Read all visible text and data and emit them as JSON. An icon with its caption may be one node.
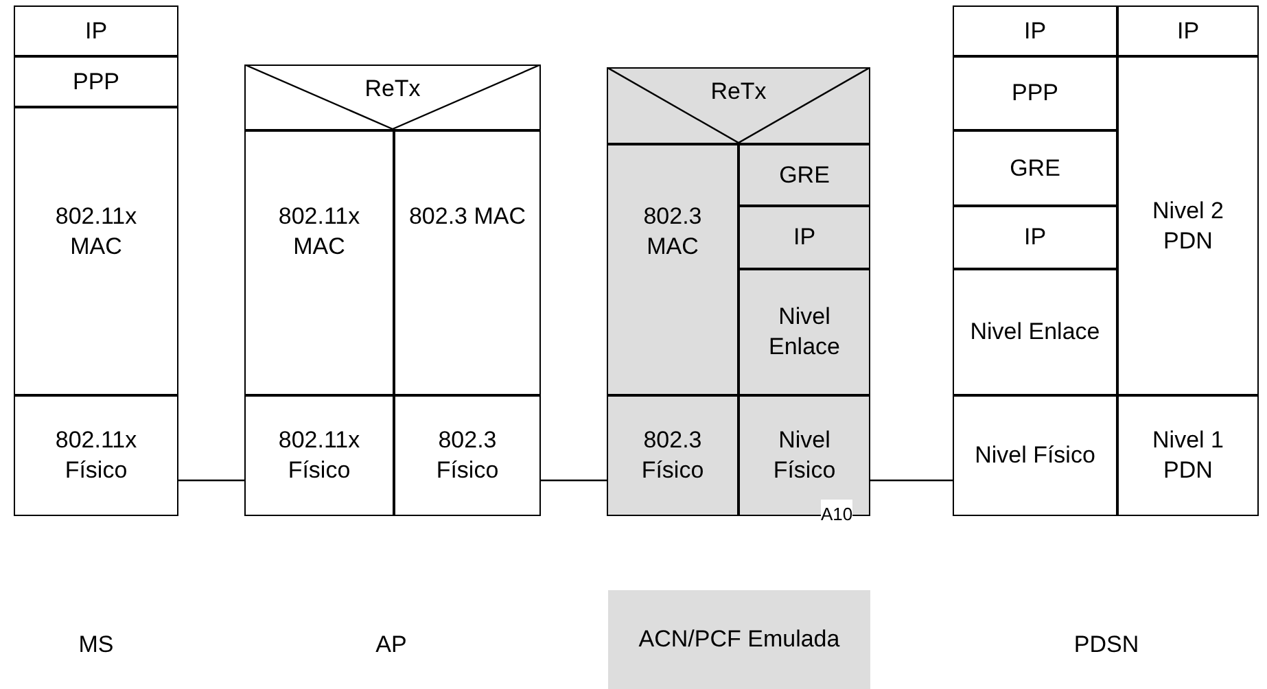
{
  "diagram": {
    "nodes": [
      {
        "text": [
          "IP"
        ]
      },
      {
        "text": [
          "PPP"
        ]
      },
      {
        "text": [
          "802.11x MAC"
        ]
      },
      {
        "text": [
          "802.11x Físico"
        ]
      },
      {
        "text": [
          "ReTx"
        ]
      },
      {
        "text": [
          "802.11x MAC"
        ]
      },
      {
        "text": [
          "802.3 MAC"
        ]
      },
      {
        "text": [
          "802.11x Físico"
        ]
      },
      {
        "text": [
          "802.3 Físico"
        ]
      },
      {
        "text": [
          "ReTx"
        ]
      },
      {
        "text": [
          "802.3 MAC"
        ]
      },
      {
        "text": [
          "GRE"
        ]
      },
      {
        "text": [
          "IP"
        ]
      },
      {
        "text": [
          "Nivel Enlace"
        ]
      },
      {
        "text": [
          "802.3 Físico"
        ]
      },
      {
        "text": [
          "Nivel Físico"
        ]
      },
      {
        "text": [
          "ACN/PCF Emulada"
        ]
      },
      {
        "text": [
          "IP"
        ]
      },
      {
        "text": [
          "IP"
        ]
      },
      {
        "text": [
          "PPP"
        ]
      },
      {
        "text": [
          "GRE"
        ]
      },
      {
        "text": [
          "IP"
        ]
      },
      {
        "text": [
          "Nivel Enlace"
        ]
      },
      {
        "text": [
          "Nivel 2 PDN"
        ]
      },
      {
        "text": [
          "Nivel Físico"
        ]
      },
      {
        "text": [
          "Nivel 1 PDN"
        ]
      }
    ],
    "edges": [
      {
        "from": 3,
        "to": 7,
        "arrow": "none"
      },
      {
        "from": 8,
        "to": 14,
        "arrow": "none"
      },
      {
        "from": 15,
        "to": 24,
        "arrow": "none",
        "label": "A10"
      }
    ],
    "labels": [
      "MS",
      "AP",
      "PDSN"
    ]
  }
}
